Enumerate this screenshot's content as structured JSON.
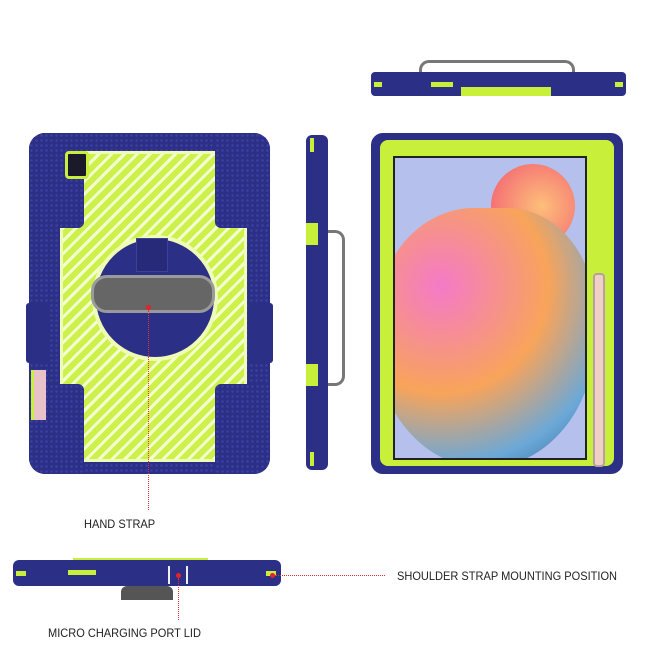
{
  "colors": {
    "navy": "#2c2f86",
    "lime": "#c8f03a",
    "annotation_red": "#e0303a",
    "strap_gray": "#6a6a6a"
  },
  "annotations": {
    "hand_strap": "HAND STRAP",
    "shoulder_strap": "SHOULDER STRAP MOUNTING POSITION",
    "micro_port": "MICRO CHARGING PORT LID"
  },
  "views": [
    {
      "name": "back-view"
    },
    {
      "name": "side-view"
    },
    {
      "name": "top-edge-view"
    },
    {
      "name": "front-view"
    },
    {
      "name": "bottom-edge-view"
    }
  ]
}
